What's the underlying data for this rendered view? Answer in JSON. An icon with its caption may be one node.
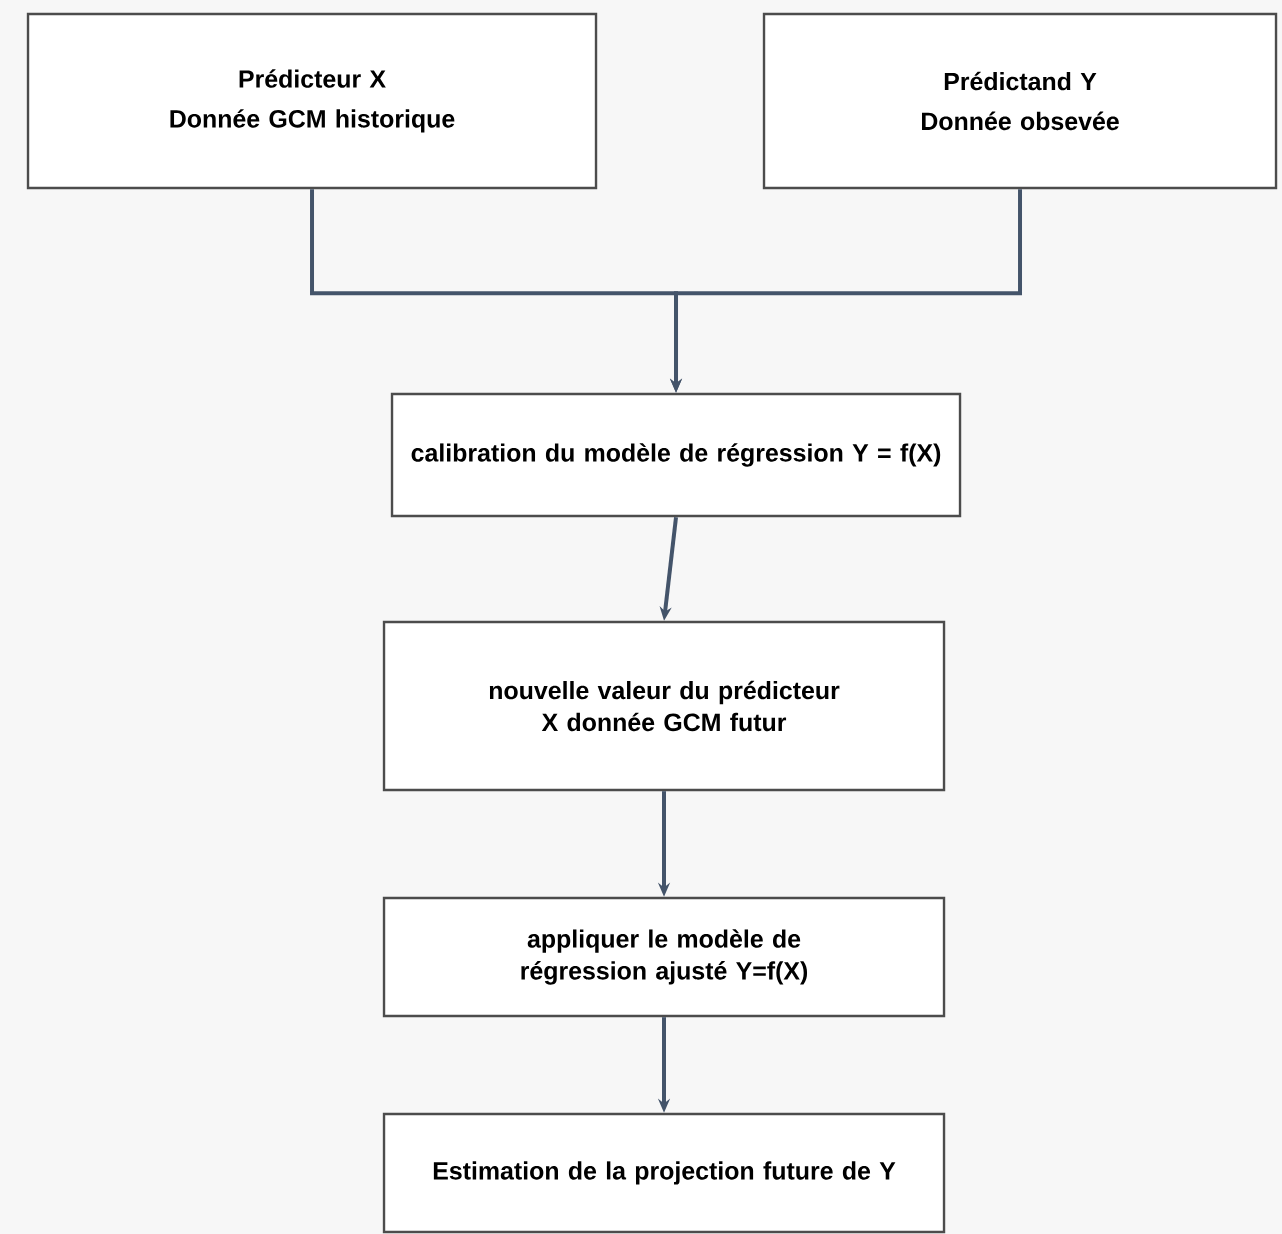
{
  "diagram": {
    "nodes": [
      {
        "text": [
          "Prédicteur X",
          "Donnée GCM historique"
        ]
      },
      {
        "text": [
          "Prédictand Y",
          "Donnée obsevée"
        ]
      },
      {
        "text": [
          "calibration du modèle de régression Y = f(X)"
        ]
      },
      {
        "text": [
          "nouvelle valeur du prédicteur X donnée GCM futur"
        ]
      },
      {
        "text": [
          "appliquer le modèle de régression ajusté Y=f(X)"
        ]
      },
      {
        "text": [
          "Estimation de la projection future de Y"
        ]
      }
    ],
    "edges": [
      {
        "from": 0,
        "to": 2,
        "arrow": "to"
      },
      {
        "from": 1,
        "to": 2,
        "arrow": "to"
      },
      {
        "from": 2,
        "to": 3,
        "arrow": "to"
      },
      {
        "from": 3,
        "to": 4,
        "arrow": "to"
      },
      {
        "from": 4,
        "to": 5,
        "arrow": "to"
      }
    ]
  }
}
